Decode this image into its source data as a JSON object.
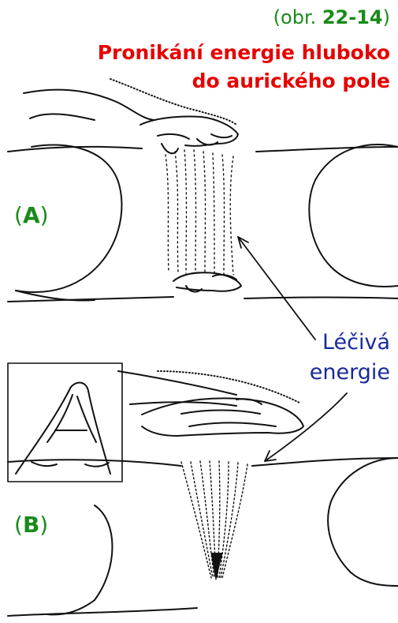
{
  "figure": {
    "ref_prefix": "(obr. ",
    "ref_number": "22-14",
    "ref_suffix": ")",
    "title_line1": "Pronikání energie hluboko",
    "title_line2": "do aurického pole"
  },
  "panels": {
    "a_open": "(",
    "a_letter": "A",
    "a_close": ")",
    "b_open": "(",
    "b_letter": "B",
    "b_close": ")"
  },
  "annotation": {
    "line1": "Léčivá",
    "line2": "energie"
  },
  "colors": {
    "green": "#1a8a1a",
    "red": "#e60000",
    "blue": "#1a2a9a",
    "ink": "#111111"
  }
}
